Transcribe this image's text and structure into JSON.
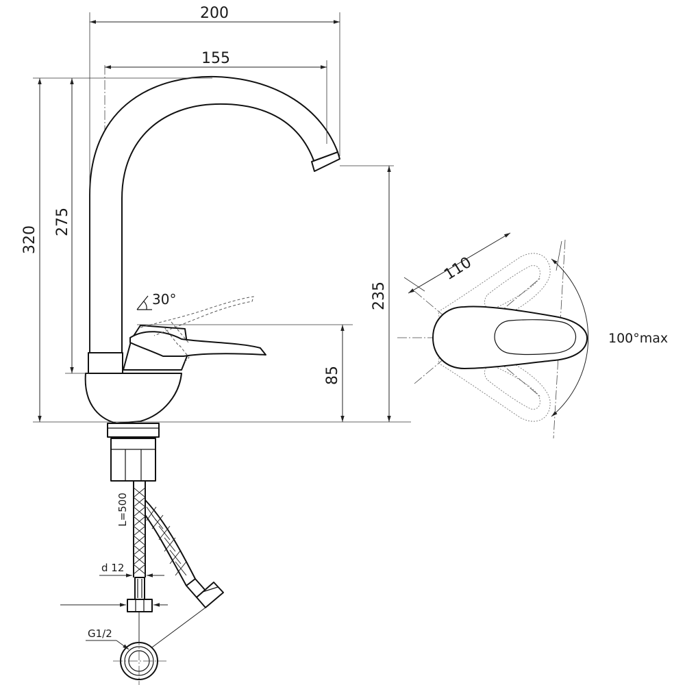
{
  "drawing": {
    "dimensions": {
      "overall_reach": "200",
      "spout_reach": "155",
      "total_height": "320",
      "spout_height": "275",
      "spout_clearance": "235",
      "lever_height": "85",
      "lever_swing": "110"
    },
    "labels": {
      "lever_tilt": "30°",
      "rotation_limit": "100°max",
      "hose_length": "L=500",
      "hose_diameter": "d 12",
      "thread": "G1/2"
    }
  }
}
